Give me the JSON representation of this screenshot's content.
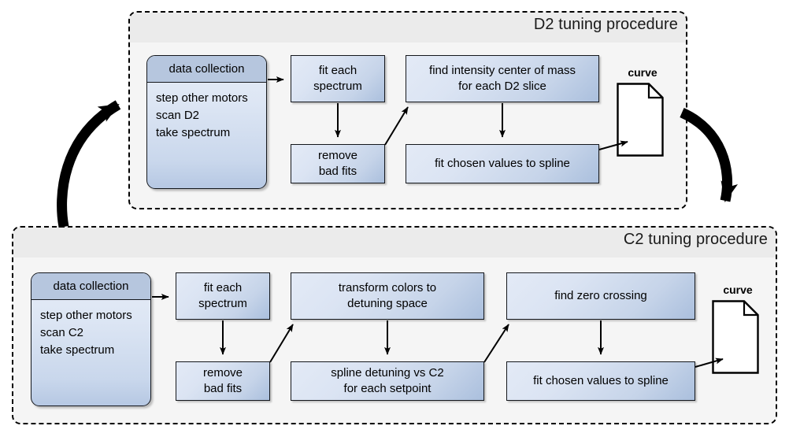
{
  "diagram": {
    "title": "D2 and C2 tuning procedures flowchart",
    "panels": [
      {
        "id": "d2",
        "title": "D2 tuning procedure",
        "data_collection": {
          "header": "data collection",
          "lines": [
            "step other motors",
            "scan D2",
            "take spectrum"
          ]
        },
        "steps": [
          {
            "id": "fit-each-spectrum",
            "lines": [
              "fit each",
              "spectrum"
            ]
          },
          {
            "id": "remove-bad-fits",
            "lines": [
              "remove",
              "bad fits"
            ]
          },
          {
            "id": "find-intensity-com",
            "lines": [
              "find intensity center of mass",
              "for each D2 slice"
            ]
          },
          {
            "id": "fit-chosen-values",
            "lines": [
              "fit chosen values to spline"
            ]
          }
        ],
        "output": {
          "id": "curve-d2",
          "label": "curve",
          "icon": "document-icon"
        }
      },
      {
        "id": "c2",
        "title": "C2 tuning procedure",
        "data_collection": {
          "header": "data collection",
          "lines": [
            "step other motors",
            "scan C2",
            "take spectrum"
          ]
        },
        "steps": [
          {
            "id": "fit-each-spectrum",
            "lines": [
              "fit each",
              "spectrum"
            ]
          },
          {
            "id": "remove-bad-fits",
            "lines": [
              "remove",
              "bad fits"
            ]
          },
          {
            "id": "transform-colors",
            "lines": [
              "transform colors to",
              "detuning space"
            ]
          },
          {
            "id": "spline-detuning",
            "lines": [
              "spline detuning vs C2",
              "for each setpoint"
            ]
          },
          {
            "id": "find-zero-crossing",
            "lines": [
              "find zero crossing"
            ]
          },
          {
            "id": "fit-chosen-values",
            "lines": [
              "fit chosen values to spline"
            ]
          }
        ],
        "output": {
          "id": "curve-c2",
          "label": "curve",
          "icon": "document-icon"
        }
      }
    ],
    "colors": {
      "panel_body": "#f5f5f5",
      "panel_titlebar": "#ebebeb",
      "box_fill_light": "#e3eaf6",
      "box_fill_dark": "#aabfdd",
      "header_fill": "#b6c6de",
      "stroke": "#14171c",
      "document_fill": "#ffffff"
    }
  }
}
